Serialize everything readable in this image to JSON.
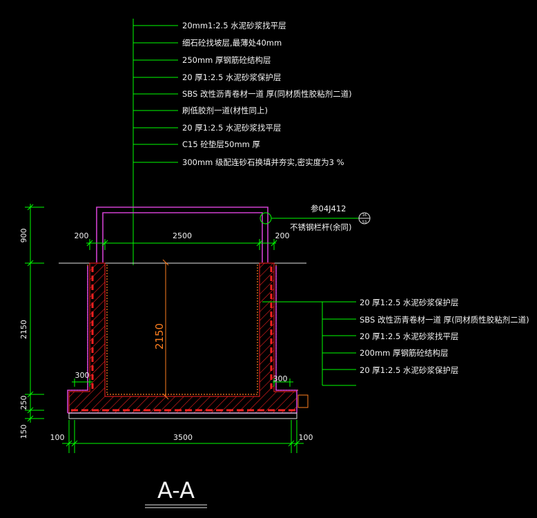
{
  "top_layers": [
    "20mm1:2.5      水泥砂浆找平层",
    "细石砼找坡层,最薄处40mm",
    "250mm      厚钢筋砼结构层",
    "20  厚1:2.5    水泥砂浆保护层",
    "SBS 改性沥青卷材一道 厚(同材质性胶粘剂二道)",
    "刷低胶剂一道(材性同上)",
    "20  厚1:2.5    水泥砂浆找平层",
    "C15  砼垫层50mm      厚",
    "300mm      级配连砂石换填并夯实,密实度为3  %"
  ],
  "side_layers": [
    "20  厚1:2.5    水泥砂浆保护层",
    "SBS 改性沥青卷材一道 厚(同材质性胶粘剂二道)",
    "20  厚1:2.5    水泥砂浆找平层",
    "200mm      厚钢筋砼结构层",
    "20  厚1:2.5    水泥砂浆保护层"
  ],
  "railing": {
    "ref": "参04J412",
    "note": "不锈钢栏杆(余同)",
    "symbol_top": "16",
    "symbol_bottom": "53"
  },
  "dimensions": {
    "railing_height": "900",
    "wall_height": "2150",
    "slab": "250",
    "base": "150",
    "left_wall": "200",
    "inner_width": "2500",
    "right_wall": "200",
    "inner_height": "2150",
    "left_heel": "300",
    "right_heel": "300",
    "total_width": "3500",
    "left_edge": "100",
    "right_edge": "100"
  },
  "section_title": "A-A",
  "colors": {
    "background": "#000000",
    "leader": "#00ff00",
    "railing": "#d040d0",
    "waterproof": "#ff2020",
    "concrete_hatch": "#ff2020",
    "screed": "#ff7f1f",
    "text": "#f2f2f2"
  }
}
